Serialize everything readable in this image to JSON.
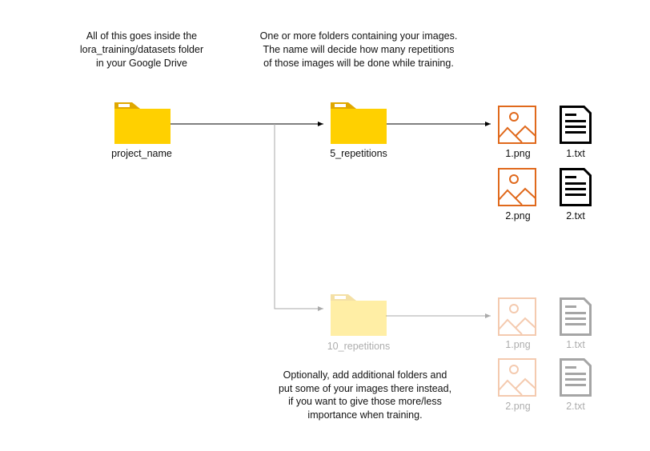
{
  "notes": {
    "top_left": [
      "All of this goes inside the",
      "lora_training/datasets folder",
      "in your Google Drive"
    ],
    "top_middle": [
      "One or more folders containing your images.",
      "The name will decide how many repetitions",
      "of those images will be done while training."
    ],
    "bottom": [
      "Optionally, add additional folders and",
      "put some of your images there instead,",
      "if you want to give those more/less",
      "importance when training."
    ]
  },
  "folders": {
    "root": "project_name",
    "main": "5_repetitions",
    "optional": "10_repetitions"
  },
  "files_main": [
    {
      "image": "1.png",
      "text": "1.txt"
    },
    {
      "image": "2.png",
      "text": "2.txt"
    }
  ],
  "files_optional": [
    {
      "image": "1.png",
      "text": "1.txt"
    },
    {
      "image": "2.png",
      "text": "2.txt"
    }
  ],
  "colors": {
    "folder": "#FFD000",
    "folder_tab": "#E0A800",
    "image_icon": "#E0691C",
    "text_icon": "#000000"
  }
}
